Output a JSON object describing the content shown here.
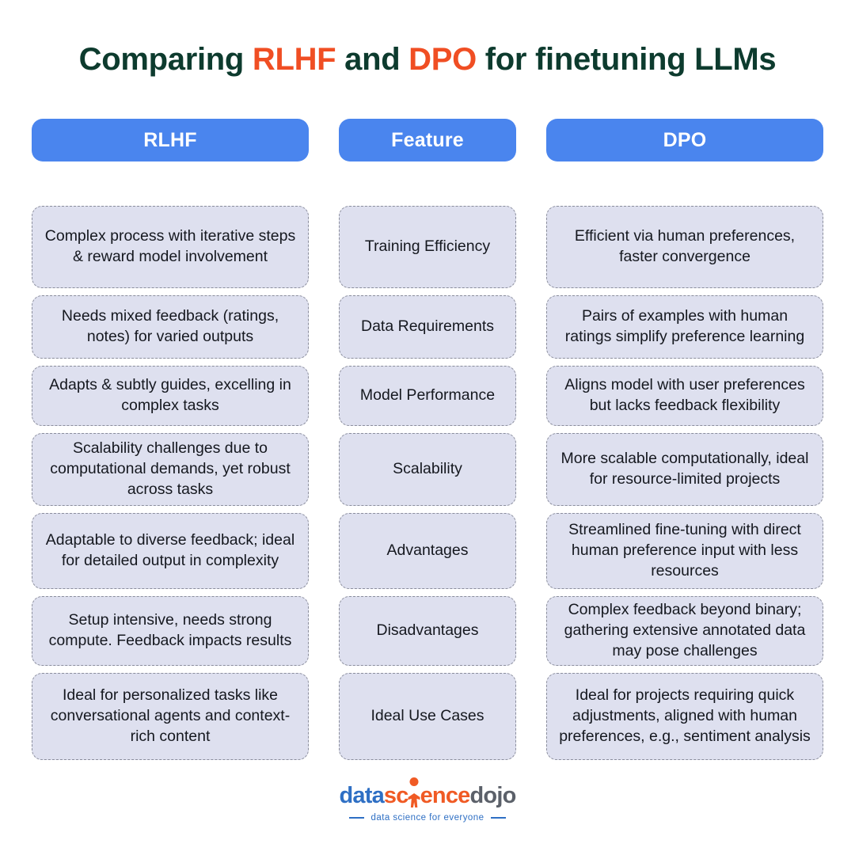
{
  "title": {
    "part1": "Comparing ",
    "highlight1": "RLHF",
    "part2": " and ",
    "highlight2": "DPO",
    "part3": " for finetuning LLMs",
    "full_text": "Comparing RLHF and DPO for finetuning LLMs",
    "text_color": "#0d3b2e",
    "highlight_color": "#f04e23"
  },
  "colors": {
    "pill_blue": "#4a85ee",
    "cell_background": "#dee0ef",
    "cell_border": "#8a8d9c",
    "page_background": "#ffffff",
    "logo_blue": "#2e6fc4",
    "logo_orange": "#f05a24",
    "logo_gray": "#5b6069"
  },
  "headers": {
    "left": "RLHF",
    "middle": "Feature",
    "right": "DPO"
  },
  "rows": [
    {
      "feature": "Training Efficiency",
      "rlhf": "Complex process with iterative steps & reward model involvement",
      "dpo": "Efficient via human preferences, faster convergence"
    },
    {
      "feature": "Data Requirements",
      "rlhf": "Needs mixed feedback (ratings, notes) for varied outputs",
      "dpo": "Pairs of examples with human ratings simplify preference learning"
    },
    {
      "feature": "Model Performance",
      "rlhf": "Adapts & subtly guides, excelling in complex tasks",
      "dpo": "Aligns model with user preferences but lacks feedback flexibility"
    },
    {
      "feature": "Scalability",
      "rlhf": "Scalability challenges due to computational demands, yet robust across tasks",
      "dpo": "More scalable computationally, ideal for resource-limited projects"
    },
    {
      "feature": "Advantages",
      "rlhf": "Adaptable to diverse feedback; ideal for detailed output in complexity",
      "dpo": "Streamlined fine-tuning with direct human preference input with less resources"
    },
    {
      "feature": "Disadvantages",
      "rlhf": "Setup intensive, needs strong compute. Feedback impacts results",
      "dpo": "Complex feedback beyond binary; gathering extensive annotated data may pose challenges"
    },
    {
      "feature": "Ideal Use Cases",
      "rlhf": "Ideal for personalized tasks like conversational agents and context-rich content",
      "dpo": "Ideal for projects requiring quick adjustments, aligned with human preferences, e.g., sentiment analysis"
    }
  ],
  "logo": {
    "word1": "data",
    "word2": "sc",
    "word3": "ence",
    "word4": "dojo",
    "full_name": "datasciencedojo",
    "tagline": "data science for everyone",
    "person_icon": "person-icon"
  }
}
